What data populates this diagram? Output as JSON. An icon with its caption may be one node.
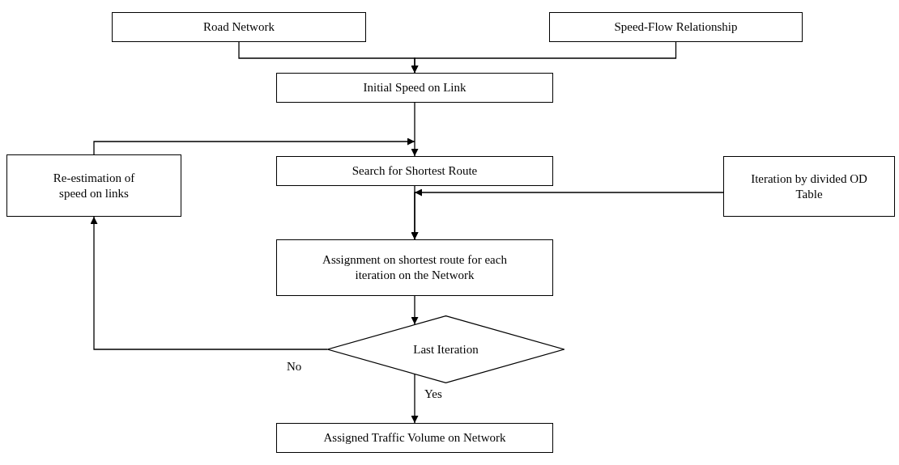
{
  "diagram": {
    "nodes": [
      {
        "text": [
          "Road Network"
        ]
      },
      {
        "text": [
          "Speed-Flow Relationship"
        ]
      },
      {
        "text": [
          "Initial Speed on Link"
        ]
      },
      {
        "text": [
          "Search for Shortest Route"
        ]
      },
      {
        "text": [
          "Re-estimation of speed on links"
        ]
      },
      {
        "text": [
          "Iteration by divided OD Table"
        ]
      },
      {
        "text": [
          "Assignment on shortest route for each iteration on the Network"
        ]
      },
      {
        "text": [
          "Last Iteration"
        ]
      },
      {
        "text": [
          "Assigned Traffic Volume on Network"
        ]
      }
    ],
    "edges": [
      {
        "from": 0,
        "to": 2,
        "arrow": "to"
      },
      {
        "from": 1,
        "to": 2,
        "arrow": "to"
      },
      {
        "from": 2,
        "to": 3,
        "arrow": "to"
      },
      {
        "from": 4,
        "to": 3,
        "arrow": "to"
      },
      {
        "from": 3,
        "to": 6,
        "arrow": "to"
      },
      {
        "from": 5,
        "to": 6,
        "arrow": "to"
      },
      {
        "from": 6,
        "to": 7,
        "arrow": "to"
      },
      {
        "from": 7,
        "to": 4,
        "arrow": "to",
        "label": "No"
      },
      {
        "from": 7,
        "to": 8,
        "arrow": "to",
        "label": "Yes"
      }
    ]
  }
}
